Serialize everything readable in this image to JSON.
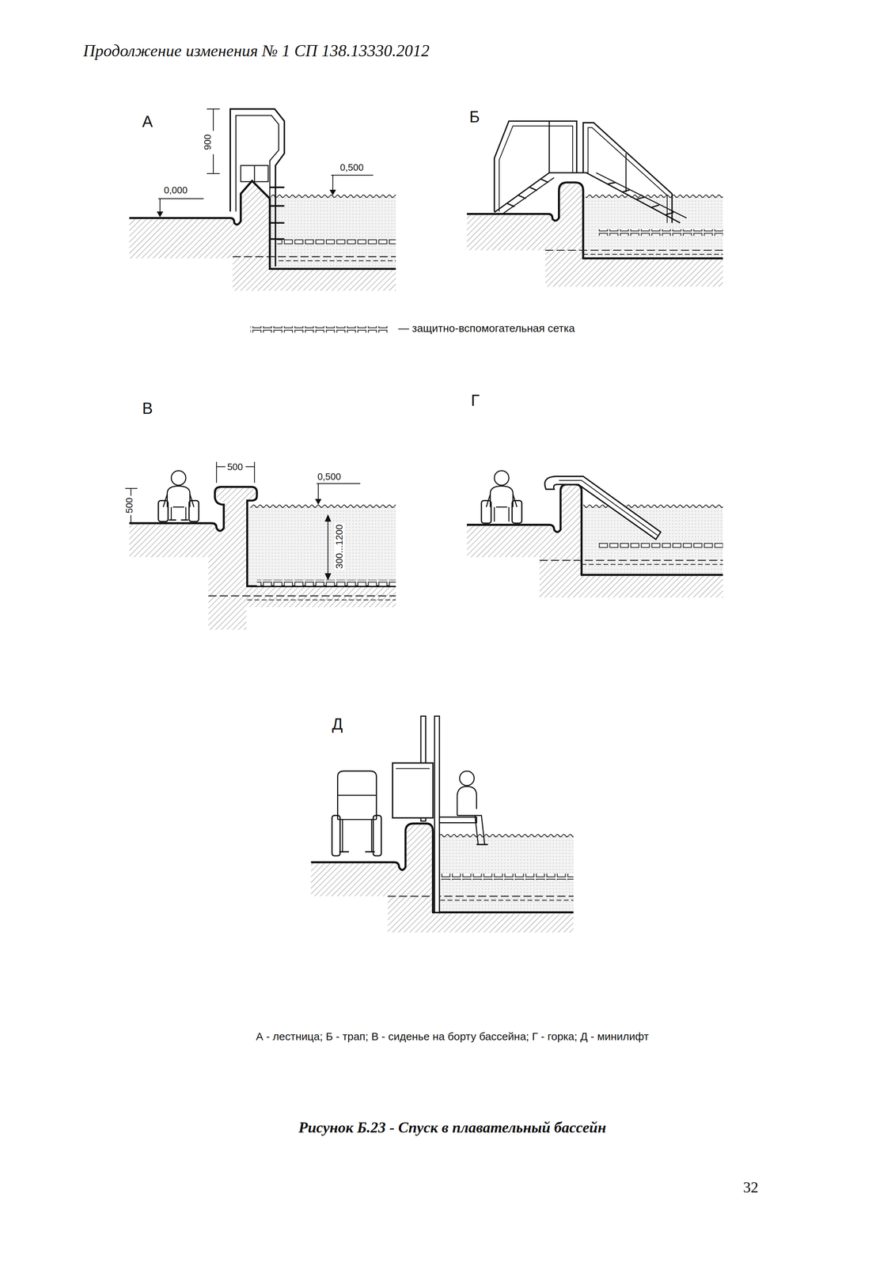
{
  "diagram": {
    "caption": "Рисунок Б.23 - Спуск в плавательный бассейн",
    "labels": [
      "Продолжение изменения № 1 СП 138.13330.2012",
      "А",
      "900",
      "0,000",
      "0,500",
      "Б",
      "В",
      "500",
      "500",
      "0,500",
      "300...1200",
      "Г",
      "Д",
      "А - лестница; Б - трап; В - сиденье на борту бассейна; Г - горка; Д - минилифт",
      "32"
    ],
    "legend": [
      {
        "text": "— защитно-вспомогательная сетка"
      }
    ]
  }
}
